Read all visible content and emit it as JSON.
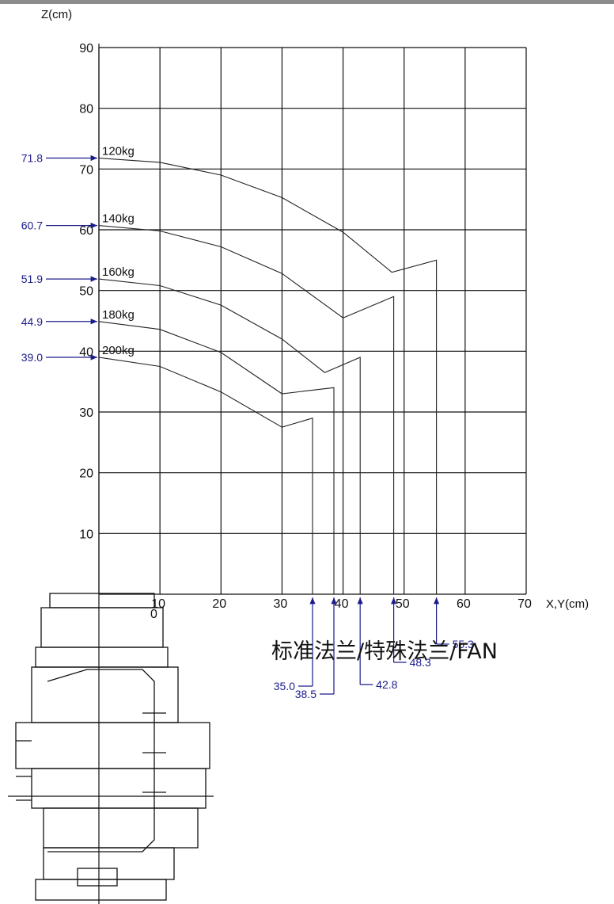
{
  "colors": {
    "annotation": "#1c1c8c",
    "grid": "#111111",
    "curve": "#222222"
  },
  "caption": "标准法兰/特殊法兰/FAN",
  "chart_data": {
    "type": "line",
    "xlabel": "X,Y(cm)",
    "ylabel": "Z(cm)",
    "xlim": [
      0,
      70
    ],
    "ylim": [
      0,
      90
    ],
    "xticks": [
      "10",
      "20",
      "30",
      "40",
      "50",
      "60",
      "70"
    ],
    "yticks": [
      "10",
      "20",
      "30",
      "40",
      "50",
      "60",
      "70",
      "80",
      "90"
    ],
    "origin_label": "0",
    "grid": true,
    "series": [
      {
        "name": "120kg",
        "z_label": "71.8",
        "x_label": "55.3",
        "x": [
          0,
          10,
          20,
          30,
          40,
          48,
          55.3
        ],
        "y": [
          71.8,
          71.1,
          69.0,
          65.3,
          59.6,
          53.0,
          55.0
        ]
      },
      {
        "name": "140kg",
        "z_label": "60.7",
        "x_label": "48.3",
        "x": [
          0,
          10,
          20,
          30,
          40,
          48.3
        ],
        "y": [
          60.7,
          59.8,
          57.2,
          52.8,
          45.5,
          49.0
        ]
      },
      {
        "name": "160kg",
        "z_label": "51.9",
        "x_label": "42.8",
        "x": [
          0,
          10,
          20,
          30,
          37,
          42.8
        ],
        "y": [
          51.9,
          50.8,
          47.6,
          42.0,
          36.5,
          39.0
        ]
      },
      {
        "name": "180kg",
        "z_label": "44.9",
        "x_label": "38.5",
        "x": [
          0,
          10,
          20,
          30,
          38.5
        ],
        "y": [
          44.9,
          43.6,
          39.8,
          33.0,
          34.0
        ]
      },
      {
        "name": "200kg",
        "z_label": "39.0",
        "x_label": "35.0",
        "x": [
          0,
          10,
          20,
          30,
          35.0
        ],
        "y": [
          39.0,
          37.5,
          33.3,
          27.5,
          29.0
        ]
      }
    ]
  }
}
